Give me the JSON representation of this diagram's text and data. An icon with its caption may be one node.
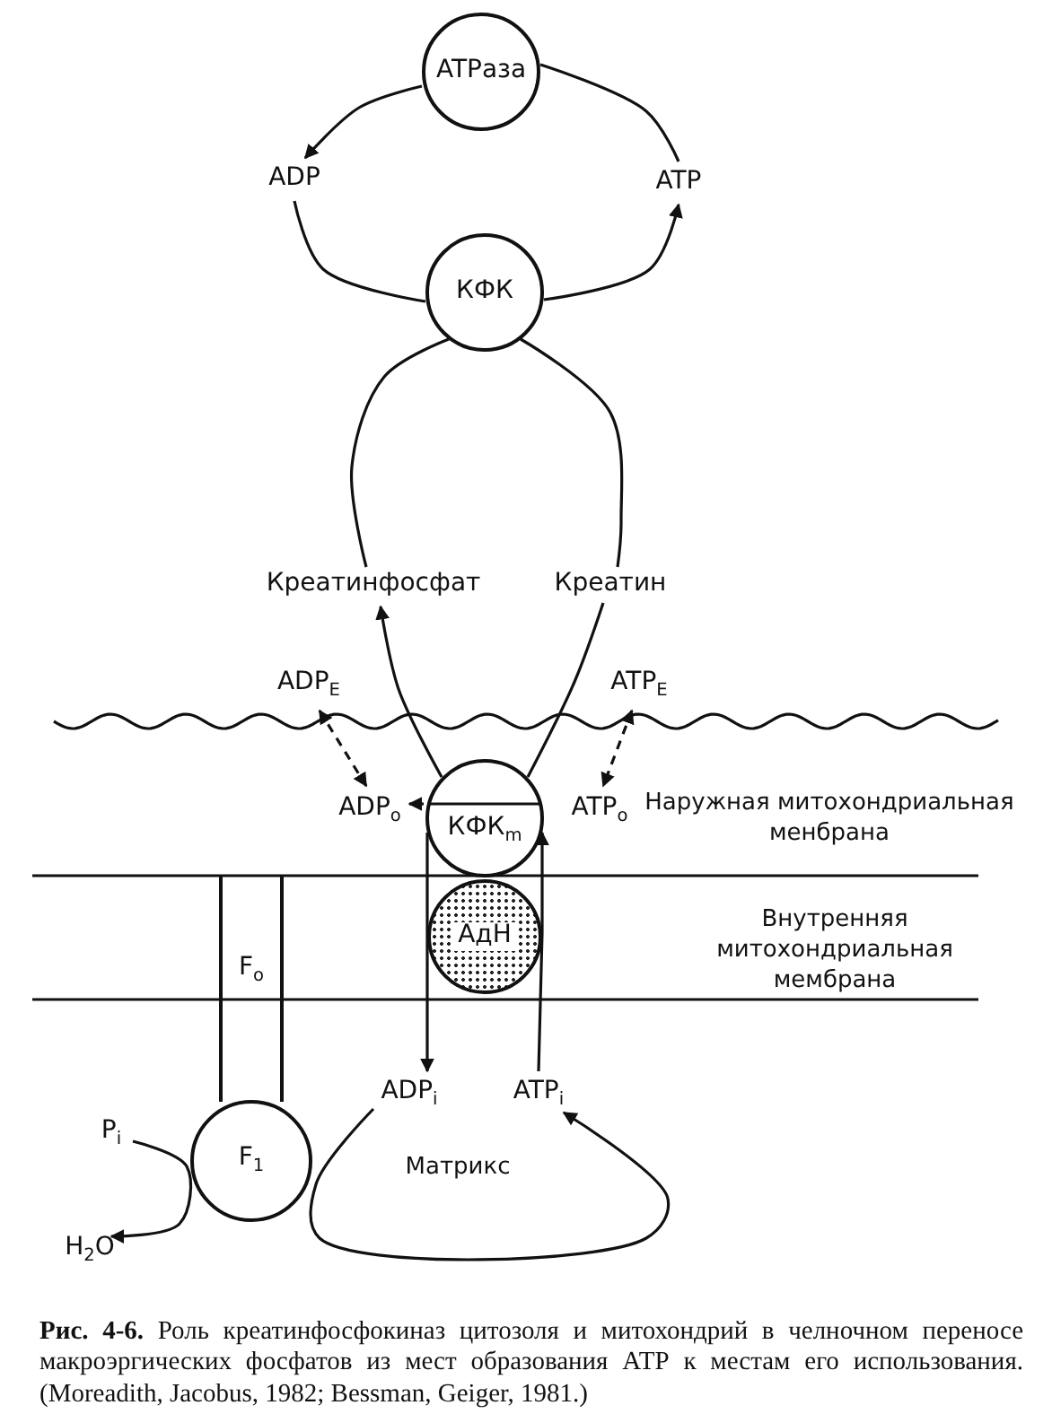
{
  "diagram": {
    "caption": "**Рис. 4-6.** Роль креатинфосфокиназ цитозоля и митохондрий в челночном переносе макроэргических фосфатов из мест образования АТР к местам его использования. (Moreadith, Jacobus, 1982; Bessman, Geiger, 1981.)",
    "nodes": [
      {
        "text": [
          "ATPаза"
        ]
      },
      {
        "text": [
          "ADP"
        ]
      },
      {
        "text": [
          "ATP"
        ]
      },
      {
        "text": [
          "КФК"
        ]
      },
      {
        "text": [
          "Креатинфосфат"
        ]
      },
      {
        "text": [
          "Креатин"
        ]
      },
      {
        "text": [
          "ADP$_{E}$"
        ]
      },
      {
        "text": [
          "ATP$_{E}$"
        ]
      },
      {
        "text": [
          "ADP$_{o}$"
        ]
      },
      {
        "text": [
          "КФК$_{m}$"
        ]
      },
      {
        "text": [
          "ATP$_{o}$"
        ]
      },
      {
        "text": [
          "АдН"
        ]
      },
      {
        "text": [
          "ADP$_{i}$"
        ]
      },
      {
        "text": [
          "ATP$_{i}$"
        ]
      },
      {
        "text": [
          "F$_{o}$"
        ]
      },
      {
        "text": [
          "F$_{1}$"
        ]
      },
      {
        "text": [
          "P$_{i}$"
        ]
      },
      {
        "text": [
          "H$_{2}$O"
        ]
      }
    ],
    "edges": [
      {
        "from": 0,
        "to": 1,
        "arrow": "to"
      },
      {
        "from": 1,
        "to": 3,
        "arrow": "none"
      },
      {
        "from": 3,
        "to": 2,
        "arrow": "to"
      },
      {
        "from": 2,
        "to": 0,
        "arrow": "none"
      },
      {
        "from": 3,
        "to": 5,
        "arrow": "none"
      },
      {
        "from": 4,
        "to": 3,
        "arrow": "none"
      },
      {
        "from": 5,
        "to": 9,
        "arrow": "none"
      },
      {
        "from": 9,
        "to": 4,
        "arrow": "to"
      },
      {
        "from": 6,
        "to": 8,
        "arrow": "both",
        "style": "dashed"
      },
      {
        "from": 7,
        "to": 10,
        "arrow": "both",
        "style": "dashed"
      },
      {
        "from": 9,
        "to": 8,
        "arrow": "to"
      },
      {
        "from": 9,
        "to": 12,
        "arrow": "to"
      },
      {
        "from": 13,
        "to": 9,
        "arrow": "to"
      },
      {
        "from": 12,
        "to": 13,
        "arrow": "to"
      },
      {
        "from": 16,
        "to": 17,
        "arrow": "to"
      }
    ],
    "labels": [
      "Наружная митохондриальная менбрана",
      "Внутренняя митохондриальная мембрана",
      "Матрикс"
    ]
  }
}
